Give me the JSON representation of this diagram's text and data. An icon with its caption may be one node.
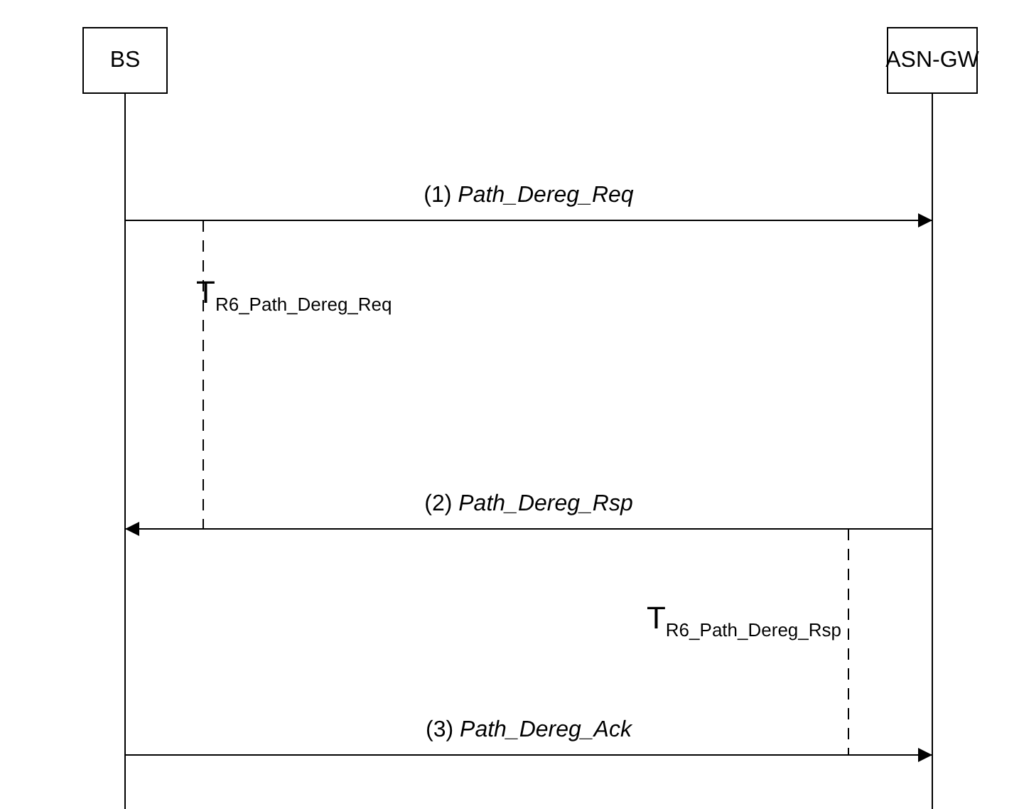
{
  "diagram": {
    "nodes": [
      {
        "text": [
          "BS"
        ]
      },
      {
        "text": [
          "ASN-GW"
        ]
      }
    ],
    "edges": [
      {
        "from": 0,
        "to": 1,
        "arrow": "to",
        "label": "(1) *Path_Dereg_Req*"
      },
      {
        "from": 1,
        "to": 0,
        "arrow": "to",
        "label": "(2) *Path_Dereg_Rsp*"
      },
      {
        "from": 0,
        "to": 1,
        "arrow": "to",
        "label": "(3) *Path_Dereg_Ack*"
      }
    ],
    "labels": [
      "T$_{R6_Path_Dereg_Req}$",
      "T$_{R6_Path_Dereg_Rsp}$"
    ]
  }
}
